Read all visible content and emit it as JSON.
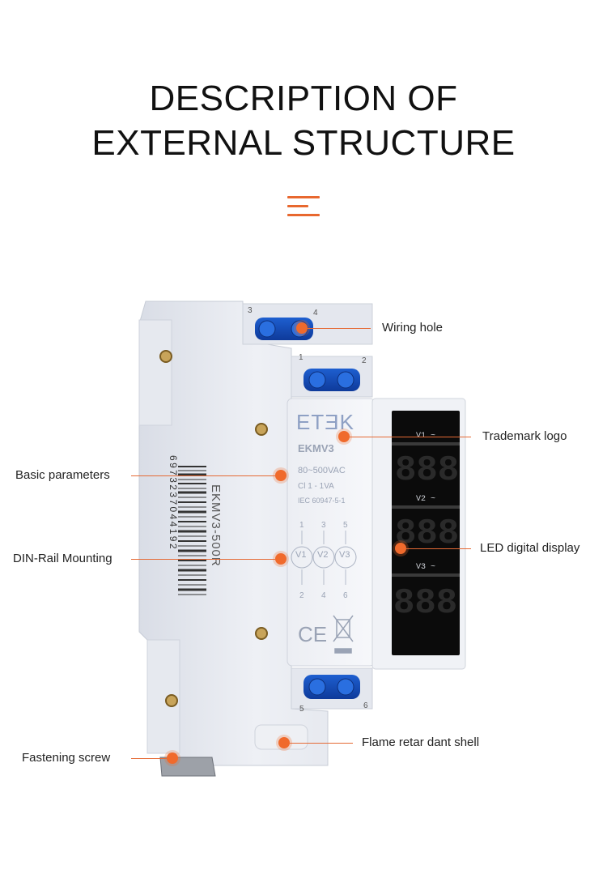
{
  "header": {
    "title_line1": "DESCRIPTION OF",
    "title_line2": "EXTERNAL STRUCTURE",
    "menu_icon": "menu-icon",
    "accent_color": "#e8682f"
  },
  "device": {
    "brand": "ETƎK",
    "model": "EKMV3",
    "voltage": "80~500VAC",
    "class": "Cl 1 - 1VA",
    "standard": "IEC 60947-5-1",
    "side_label": "EKMV3-500R",
    "barcode_digits": "6973237044192",
    "terminal_top": [
      "3",
      "4",
      "1",
      "2"
    ],
    "terminal_bottom": [
      "5",
      "6"
    ],
    "phase_top_numbers": [
      "1",
      "3",
      "5"
    ],
    "phase_labels": [
      "V1",
      "V2",
      "V3"
    ],
    "phase_bottom_numbers": [
      "2",
      "4",
      "6"
    ],
    "display_labels": [
      "V1 ~",
      "V2 ~",
      "V3 ~"
    ],
    "display_digits": [
      "888",
      "888",
      "888"
    ],
    "ce_mark": "CE"
  },
  "callouts": {
    "wiring_hole": "Wiring hole",
    "trademark_logo": "Trademark logo",
    "basic_parameters": "Basic parameters",
    "led_display": "LED digital display",
    "din_rail": "DIN-Rail Mounting",
    "flame_shell": "Flame retar dant shell",
    "fastening_screw": "Fastening screw"
  }
}
